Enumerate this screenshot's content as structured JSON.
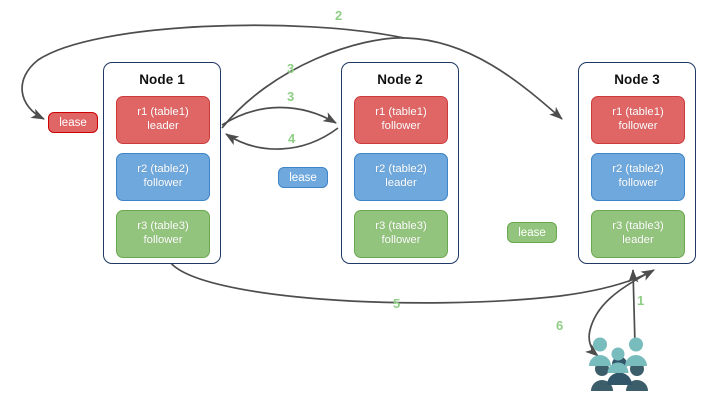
{
  "diagram": {
    "title": "Distributed database lease and replica routing diagram",
    "background_color": "#ffffff",
    "accent_step_color": "#8fce85",
    "node_border_color": "#1f3864",
    "arrow_color": "#4d4d4d",
    "replica_colors": {
      "red": "#e06666",
      "blue": "#6fa8dc",
      "green": "#93c47d"
    }
  },
  "nodes": [
    {
      "id": "node1",
      "title": "Node 1",
      "replicas": [
        {
          "name": "r1 (table1)",
          "role": "leader",
          "color": "red"
        },
        {
          "name": "r2 (table2)",
          "role": "follower",
          "color": "blue"
        },
        {
          "name": "r3 (table3)",
          "role": "follower",
          "color": "green"
        }
      ]
    },
    {
      "id": "node2",
      "title": "Node 2",
      "replicas": [
        {
          "name": "r1 (table1)",
          "role": "follower",
          "color": "red"
        },
        {
          "name": "r2 (table2)",
          "role": "leader",
          "color": "blue"
        },
        {
          "name": "r3 (table3)",
          "role": "follower",
          "color": "green"
        }
      ]
    },
    {
      "id": "node3",
      "title": "Node 3",
      "replicas": [
        {
          "name": "r1 (table1)",
          "role": "follower",
          "color": "red"
        },
        {
          "name": "r2 (table2)",
          "role": "follower",
          "color": "blue"
        },
        {
          "name": "r3 (table3)",
          "role": "leader",
          "color": "green"
        }
      ]
    }
  ],
  "leases": [
    {
      "id": "lease-red",
      "label": "lease",
      "color": "red"
    },
    {
      "id": "lease-blue",
      "label": "lease",
      "color": "blue"
    },
    {
      "id": "lease-green",
      "label": "lease",
      "color": "green"
    }
  ],
  "steps": [
    {
      "id": "step-1",
      "label": "1"
    },
    {
      "id": "step-2",
      "label": "2"
    },
    {
      "id": "step-3a",
      "label": "3"
    },
    {
      "id": "step-3b",
      "label": "3"
    },
    {
      "id": "step-4",
      "label": "4"
    },
    {
      "id": "step-5",
      "label": "5"
    },
    {
      "id": "step-6",
      "label": "6"
    }
  ],
  "actors": {
    "users_icon": "users-group-icon",
    "people_count": 6,
    "colors": {
      "front": "#79bcbd",
      "back": "#3c5e6b"
    }
  }
}
